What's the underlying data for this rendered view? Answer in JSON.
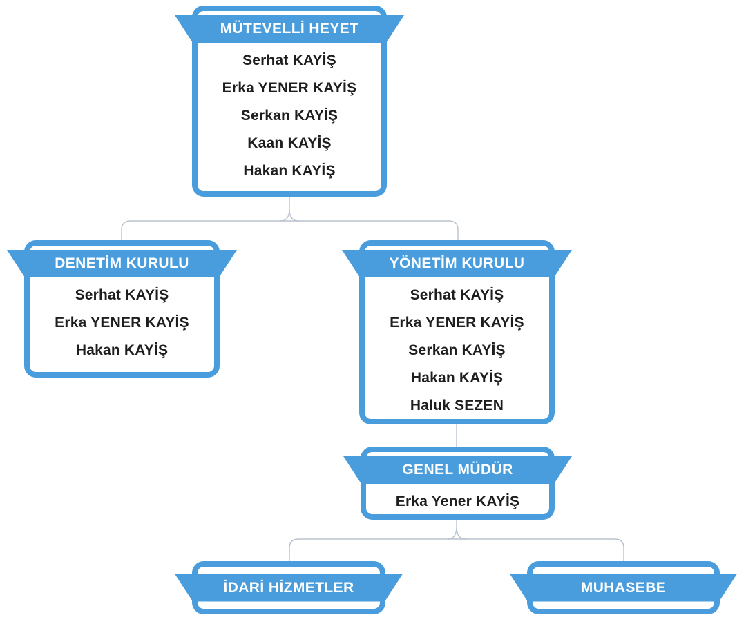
{
  "chart_data": {
    "type": "org-chart",
    "title": "",
    "colors": {
      "accent_blue": "#4A9DDC",
      "connector_line": "#B8C2CC",
      "member_text": "#1E1E1E",
      "banner_text": "#FFFFFF",
      "background": "#FFFFFF"
    },
    "nodes": [
      {
        "id": "mutevelli-heyet",
        "title": "MÜTEVELLİ HEYET",
        "members": [
          "Serhat KAYİŞ",
          "Erka YENER KAYİŞ",
          "Serkan KAYİŞ",
          "Kaan KAYİŞ",
          "Hakan KAYİŞ"
        ]
      },
      {
        "id": "denetim-kurulu",
        "title": "DENETİM KURULU",
        "members": [
          "Serhat KAYİŞ",
          "Erka YENER KAYİŞ",
          "Hakan KAYİŞ"
        ]
      },
      {
        "id": "yonetim-kurulu",
        "title": "YÖNETİM KURULU",
        "members": [
          "Serhat KAYİŞ",
          "Erka YENER KAYİŞ",
          "Serkan KAYİŞ",
          "Hakan KAYİŞ",
          "Haluk SEZEN"
        ]
      },
      {
        "id": "genel-mudur",
        "title": "GENEL MÜDÜR",
        "members": [
          "Erka Yener KAYİŞ"
        ]
      },
      {
        "id": "idari-hizmetler",
        "title": "İDARİ HİZMETLER",
        "members": []
      },
      {
        "id": "muhasebe",
        "title": "MUHASEBE",
        "members": []
      }
    ],
    "edges": [
      {
        "from": "MÜTEVELLİ HEYET",
        "to": "DENETİM KURULU"
      },
      {
        "from": "MÜTEVELLİ HEYET",
        "to": "YÖNETİM KURULU"
      },
      {
        "from": "YÖNETİM KURULU",
        "to": "GENEL MÜDÜR"
      },
      {
        "from": "GENEL MÜDÜR",
        "to": "İDARİ HİZMETLER"
      },
      {
        "from": "GENEL MÜDÜR",
        "to": "MUHASEBE"
      }
    ]
  }
}
